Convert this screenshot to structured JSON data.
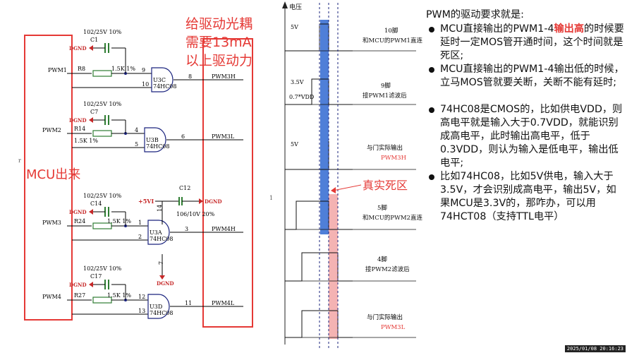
{
  "schematic": {
    "annotation_top": [
      "给驱动光耦",
      "需要13mA",
      "以上驱动力"
    ],
    "annotation_mcu": "MCU出来",
    "left_marker": "r",
    "channels": [
      {
        "pwm_in": "PWM1",
        "resistor": "R8",
        "res_value": "1.5K 1%",
        "cap": "C1",
        "cap_value": "102/25V 10%",
        "gnd": "DGND",
        "pin_a": "9",
        "pin_b": "10",
        "pin_out": "8",
        "gate_ref": "U3C",
        "gate_part": "74HC08",
        "pwm_out": "PWM3H"
      },
      {
        "pwm_in": "PWM2",
        "resistor": "R14",
        "res_value": "1.5K 1%",
        "cap": "C7",
        "cap_value": "102/25V 10%",
        "gnd": "DGND",
        "pin_a": "4",
        "pin_b": "5",
        "pin_out": "6",
        "gate_ref": "U3B",
        "gate_part": "74HC08",
        "pwm_out": "PWM3L"
      },
      {
        "pwm_in": "PWM3",
        "resistor": "R24",
        "res_value": "1.5K 1%",
        "cap": "C14",
        "cap_value": "102/25V 10%",
        "gnd": "DGND",
        "pin_a": "1",
        "pin_b": "2",
        "pin_out": "3",
        "gate_ref": "U3A",
        "gate_part": "74HC08",
        "pwm_out": "PWM4H"
      },
      {
        "pwm_in": "PWM4",
        "resistor": "R27",
        "res_value": "1.5K 1%",
        "cap": "C17",
        "cap_value": "102/25V 10%",
        "gnd": "DGND",
        "pin_a": "12",
        "pin_b": "13",
        "pin_out": "11",
        "gate_ref": "U3D",
        "gate_part": "74HC08",
        "pwm_out": "PWM4L"
      }
    ],
    "supply": {
      "label": "+5VI",
      "cap": "C12",
      "cap_value": "106/10V 20%",
      "gnd_top": "DGND",
      "gnd_bottom": "DGND",
      "vcc_pin": "14",
      "gnd_pin": "7"
    }
  },
  "timing": {
    "axis_label": "电压",
    "left_marker": "1",
    "dead_zone_label": "真实死区",
    "traces": [
      {
        "level": "5V",
        "desc": [
          "10脚",
          "和MCU的PWM1直连"
        ]
      },
      {
        "level": "3.5V",
        "level2": "0.7*VDD",
        "desc": [
          "9脚",
          "接PWM1滤波后"
        ]
      },
      {
        "level": "5V",
        "desc": [
          "与门实际输出",
          "PWM3H"
        ]
      },
      {
        "level": "",
        "desc": [
          "5脚",
          "和MCU的PWM2直连"
        ]
      },
      {
        "level": "",
        "desc": [
          "4脚",
          "接PWM2滤波后"
        ]
      },
      {
        "level": "",
        "desc": [
          "与门实际输出",
          "PWM3L"
        ]
      }
    ]
  },
  "notes": {
    "heading": "PWM的驱动要求就是:",
    "bullet1_pre": "MCU直接输出的PWM1-4",
    "bullet1_hl": "输出高",
    "bullet1_post": "的时候要延时一定MOS管开通时间，这个时间就是死区;",
    "bullet2": "MCU直接输出的PWM1-4输出低的时候，立马MOS管就要关断，关断不能有延时;",
    "bullet3": "74HC08是CMOS的，比如供电VDD，则高电平就是输入大于0.7VDD，就能识别成高电平，此时输出高电平，低于0.3VDD，则认为输入是低电平，输出低电平;",
    "bullet4": "比如74HC08，比如5V供电，输入大于3.5V，才会识别成高电平，输出5V，如果MCU是3.3V的，那咋办，可以用74HCT08（支持TTL电平）"
  },
  "timestamp": "2025/01/08 20:16:23"
}
